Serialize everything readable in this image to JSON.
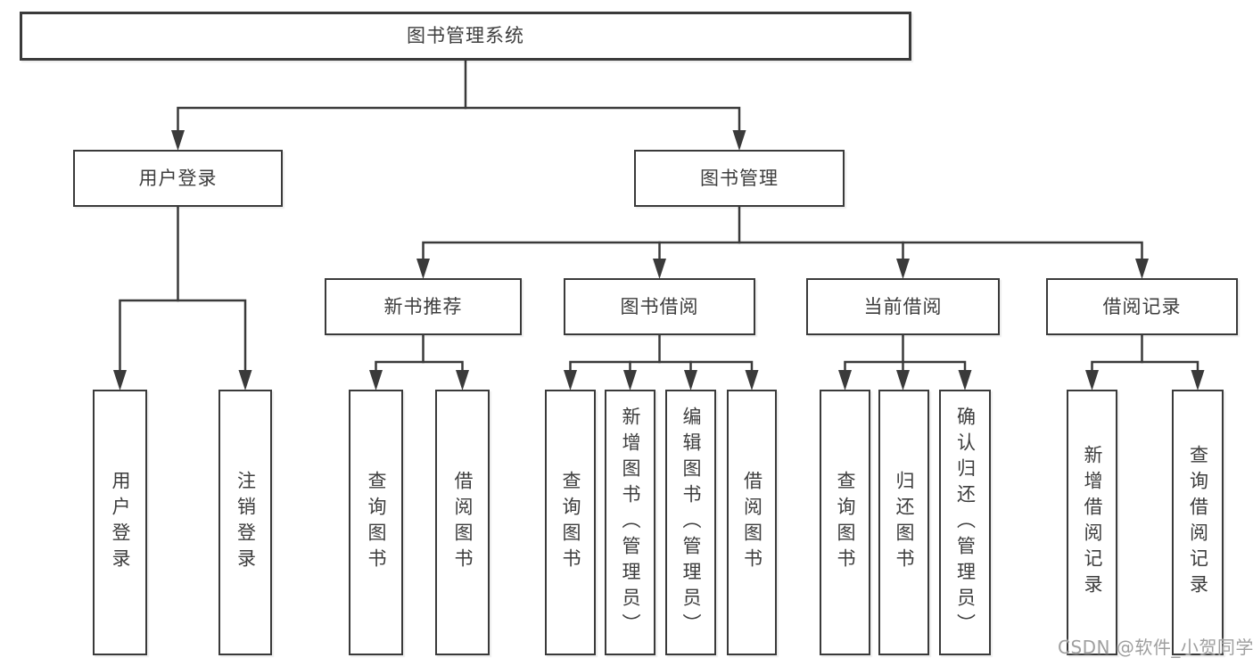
{
  "diagram": {
    "title": "图书管理系统",
    "level2": {
      "user_login": "用户登录",
      "book_management": "图书管理"
    },
    "level3": {
      "new_book_recommend": "新书推荐",
      "book_borrow": "图书借阅",
      "current_borrow": "当前借阅",
      "borrow_records": "借阅记录"
    },
    "leaves": {
      "user_login": "用户登录",
      "logout": "注销登录",
      "nb_query_books": "查询图书",
      "nb_borrow_books": "借阅图书",
      "bb_query_books": "查询图书",
      "bb_add_books_admin": "新增图书（管理员）",
      "bb_edit_books_admin": "编辑图书（管理员）",
      "bb_borrow_books": "借阅图书",
      "cb_query_books": "查询图书",
      "cb_return_books": "归还图书",
      "cb_confirm_return_admin": "确认归还（管理员）",
      "br_add_record": "新增借阅记录",
      "br_query_record": "查询借阅记录"
    },
    "watermark": "CSDN @软件_小贺同学",
    "colors": {
      "line": "#3a3a3a",
      "text": "#3d3d3d",
      "watermark": "#9f9f9f",
      "background": "#ffffff"
    }
  }
}
